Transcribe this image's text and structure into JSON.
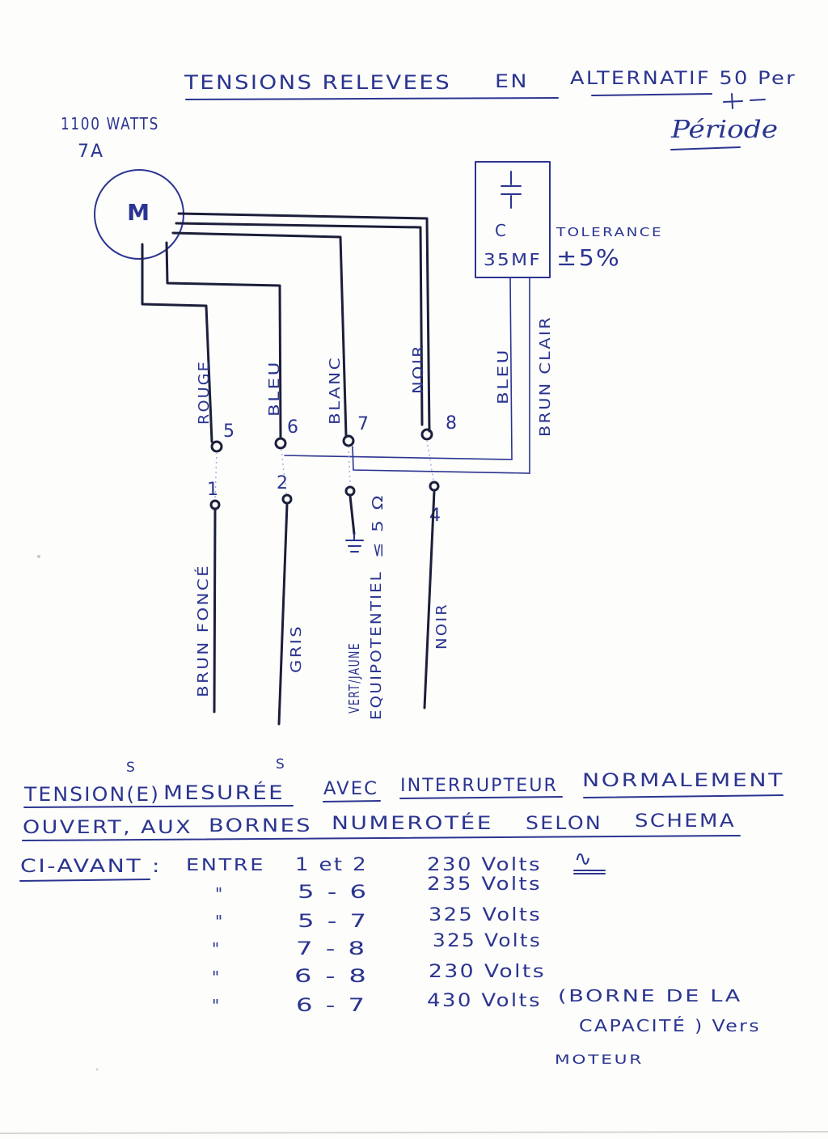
{
  "colors": {
    "ink": "#2b3590",
    "wire": "#1c1f3a",
    "paper": "#fdfdfc",
    "dotted": "#a7b0dd"
  },
  "title": {
    "main": "TENSIONS RELEVEES",
    "en": "EN",
    "mode": "ALTERNATIF 50 Per",
    "period": "Période"
  },
  "motor": {
    "power": "1100 WATTS",
    "current": "7A",
    "symbol": "M"
  },
  "capacitor": {
    "name": "C",
    "value": "35MF",
    "tolerance_label": "TOLERANCE",
    "tolerance_value": "±5%",
    "wire_blue": "BLEU",
    "wire_light_brown": "BRUN CLAIR"
  },
  "motor_wires": [
    {
      "color": "ROUGE",
      "terminal": "5"
    },
    {
      "color": "BLEU",
      "terminal": "6"
    },
    {
      "color": "BLANC",
      "terminal": "7"
    },
    {
      "color": "NOIR",
      "terminal": "8"
    }
  ],
  "supply_wires": [
    {
      "color": "BRUN FONCÉ",
      "terminal": "1"
    },
    {
      "color": "GRIS",
      "terminal": "2"
    },
    {
      "color": "NOIR",
      "terminal": "4"
    }
  ],
  "earth": {
    "color": "VERT/JAUNE",
    "label": "EQUIPOTENTIEL",
    "resistance": "≤ 5 Ω"
  },
  "notes": {
    "heading_1": "TENSION(E)",
    "heading_1_sup": "S",
    "heading_2": "MESURÉE",
    "heading_2_sup": "S",
    "w_avec": "AVEC",
    "w_interrupteur": "INTERRUPTEUR",
    "w_normalement": "NORMALEMENT",
    "w_ouvert": "OUVERT, AUX",
    "w_bornes": "BORNES",
    "w_numerotee": "NUMEROTÉE",
    "w_selon": "SELON",
    "w_schema": "SCHEMA",
    "w_ciavant": "CI-AVANT :"
  },
  "measurements": [
    {
      "prefix": "ENTRE",
      "pair": "1 et 2",
      "voltage": "230 Volts",
      "note": "∿"
    },
    {
      "prefix": "\"",
      "pair": "5 - 6",
      "voltage": "235 Volts"
    },
    {
      "prefix": "\"",
      "pair": "5 - 7",
      "voltage": "325 Volts"
    },
    {
      "prefix": "\"",
      "pair": "7 - 8",
      "voltage": "325 Volts"
    },
    {
      "prefix": "\"",
      "pair": "6 - 8",
      "voltage": "230 Volts"
    },
    {
      "prefix": "\"",
      "pair": "6 - 7",
      "voltage": "430 Volts"
    }
  ],
  "remark": [
    "(BORNE DE LA",
    "CAPACITÉ ) Vers",
    "MOTEUR"
  ]
}
